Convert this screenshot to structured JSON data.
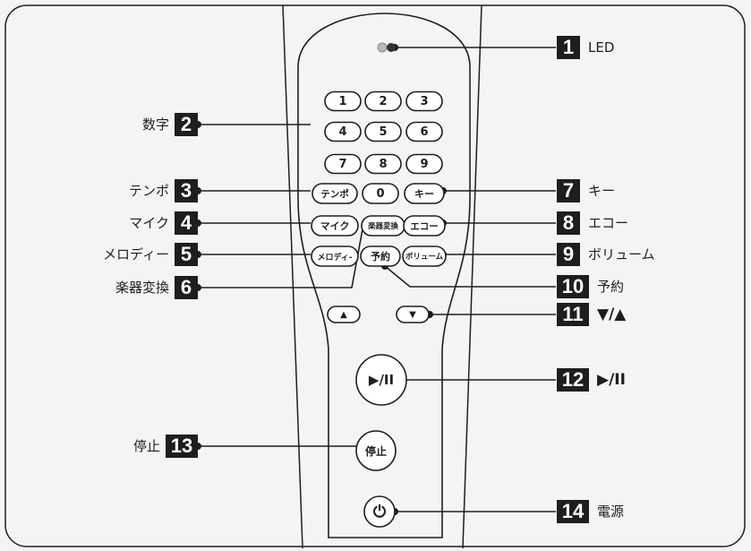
{
  "callouts": [
    {
      "num": "1",
      "label": "LED"
    },
    {
      "num": "2",
      "label": "数字"
    },
    {
      "num": "3",
      "label": "テンポ"
    },
    {
      "num": "4",
      "label": "マイク"
    },
    {
      "num": "5",
      "label": "メロディー"
    },
    {
      "num": "6",
      "label": "楽器変換"
    },
    {
      "num": "7",
      "label": "キー"
    },
    {
      "num": "8",
      "label": "エコー"
    },
    {
      "num": "9",
      "label": "ボリューム"
    },
    {
      "num": "10",
      "label": "予約"
    },
    {
      "num": "11",
      "label": "▼/▲"
    },
    {
      "num": "12",
      "label": "▶/II"
    },
    {
      "num": "13",
      "label": "停止"
    },
    {
      "num": "14",
      "label": "電源"
    }
  ],
  "remote": {
    "digits": [
      "1",
      "2",
      "3",
      "4",
      "5",
      "6",
      "7",
      "8",
      "9",
      "0"
    ],
    "tempo": "テンポ",
    "key": "キー",
    "mic": "マイク",
    "instrument": "楽器変換",
    "echo": "エコー",
    "melody": "メロディ-",
    "reserve": "予約",
    "volume": "ボリューム",
    "up": "▲",
    "down": "▼",
    "play_pause": "▶/II",
    "stop": "停止",
    "power": "⏻"
  },
  "colors": {
    "ink": "#1e1e1e",
    "paper": "#f4f4f2",
    "led_dark": "#333333",
    "led_light": "#b8b8b8"
  }
}
